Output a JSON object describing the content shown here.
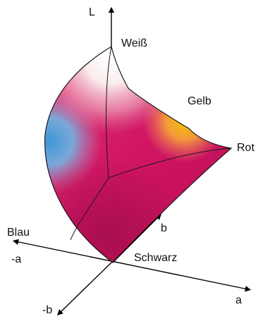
{
  "diagram": {
    "axes": {
      "L": "L",
      "a": "a",
      "minus_a": "-a",
      "b": "b",
      "minus_b": "-b"
    },
    "points": {
      "white": "Weiß",
      "yellow": "Gelb",
      "red": "Rot",
      "blue": "Blau",
      "black": "Schwarz"
    },
    "colors": {
      "axis": "#000000",
      "magenta": "#D0145F",
      "deep_magenta": "#A80F4E",
      "yellow": "#F2C300",
      "blue": "#3E97D6",
      "white": "#FFFFFF"
    }
  }
}
